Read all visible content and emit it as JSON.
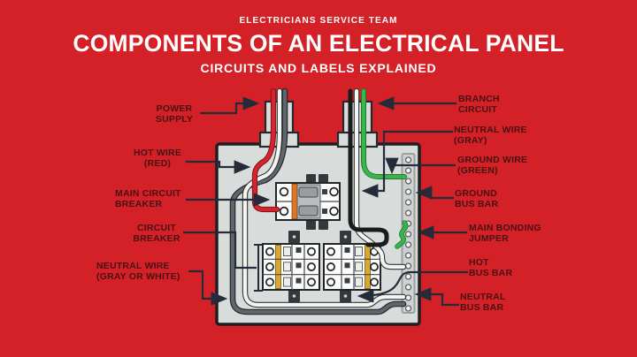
{
  "header": {
    "brand": "ELECTRICIANS SERVICE TEAM",
    "title": "COMPONENTS OF AN ELECTRICAL PANEL",
    "subtitle": "CIRCUITS AND LABELS EXPLAINED"
  },
  "colors": {
    "background": "#d42127",
    "heading_text": "#ffffff",
    "label_text": "#471114",
    "connector": "#262b3a",
    "panel_fill": "#d8dcda",
    "panel_border": "#1d1f22",
    "wire_hot_red": "#d5242e",
    "wire_neutral_white": "#f5f4f1",
    "wire_neutral_gray": "#5f666b",
    "wire_hot_black": "#1a1b1d",
    "wire_ground_green": "#3cb44e",
    "breaker_stripe_orange": "#e2761e",
    "breaker_stripe_gold": "#d9a82c"
  },
  "labels": {
    "left": [
      {
        "id": "power-supply",
        "lines": [
          "POWER",
          "SUPPLY"
        ]
      },
      {
        "id": "hot-wire",
        "lines": [
          "HOT WIRE",
          "(RED)"
        ]
      },
      {
        "id": "main-circuit-breaker",
        "lines": [
          "MAIN CIRCUIT",
          "BREAKER"
        ]
      },
      {
        "id": "circuit-breaker",
        "lines": [
          "CIRCUIT",
          "BREAKER"
        ]
      },
      {
        "id": "neutral-wire",
        "lines": [
          "NEUTRAL WIRE",
          "(GRAY OR WHITE)"
        ]
      }
    ],
    "right": [
      {
        "id": "branch-circuit",
        "lines": [
          "BRANCH",
          "CIRCUIT"
        ]
      },
      {
        "id": "neutral-wire-gray",
        "lines": [
          "NEUTRAL WIRE",
          "(GRAY)"
        ]
      },
      {
        "id": "ground-wire-green",
        "lines": [
          "GROUND WIRE",
          "(GREEN)"
        ]
      },
      {
        "id": "ground-bus-bar",
        "lines": [
          "GROUND",
          "BUS BAR"
        ]
      },
      {
        "id": "main-bonding-jumper",
        "lines": [
          "MAIN BONDING",
          "JUMPER"
        ]
      },
      {
        "id": "hot-bus-bar",
        "lines": [
          "HOT",
          "BUS BAR"
        ]
      },
      {
        "id": "neutral-bus-bar",
        "lines": [
          "NEUTRAL",
          "BUS BAR"
        ]
      }
    ]
  }
}
